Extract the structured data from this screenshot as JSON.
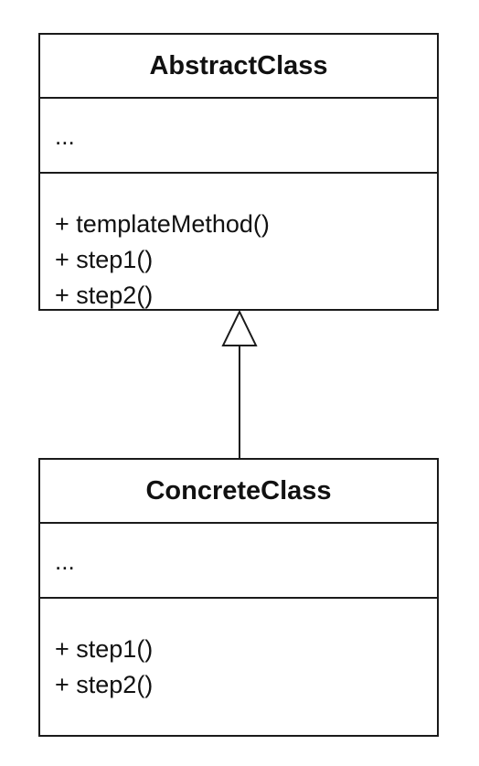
{
  "abstract_class": {
    "name": "AbstractClass",
    "attributes": "...",
    "methods": [
      "+ templateMethod()",
      "+ step1()",
      "+ step2()"
    ]
  },
  "concrete_class": {
    "name": "ConcreteClass",
    "attributes": "...",
    "methods": [
      "+ step1()",
      "+ step2()"
    ]
  },
  "relationship": {
    "type": "inheritance",
    "from": "ConcreteClass",
    "to": "AbstractClass"
  },
  "colors": {
    "stroke": "#1a1a1a",
    "background": "#ffffff",
    "text": "#111111"
  }
}
